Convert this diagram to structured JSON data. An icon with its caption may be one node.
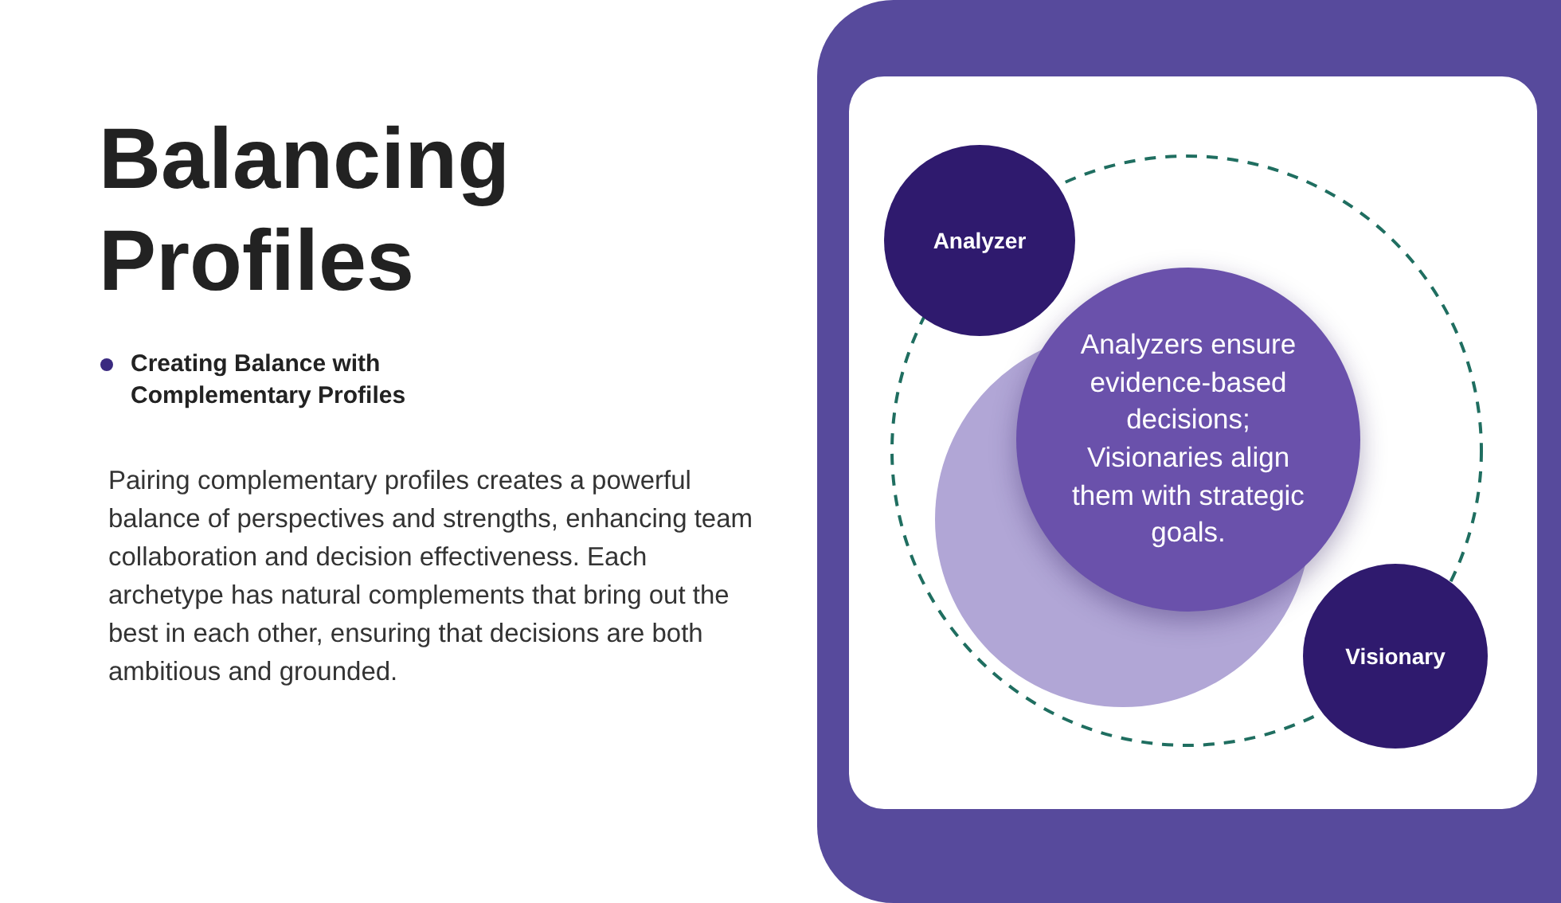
{
  "diagram": {
    "title": "Balancing Profiles",
    "nodes": [
      {
        "text": [
          "Analyzer"
        ]
      },
      {
        "text": [
          "Analyzers ensure evidence-based decisions; Visionaries align them with strategic goals."
        ]
      },
      {
        "text": [
          "Visionary"
        ]
      }
    ],
    "edges": [],
    "labels": [
      "Creating Balance with Complementary Profiles",
      "Pairing complementary profiles creates a powerful balance of perspectives and strengths, enhancing team collaboration and decision effectiveness. Each archetype has natural complements that bring out the best in each other, ensuring that decisions are both ambitious and grounded."
    ]
  }
}
